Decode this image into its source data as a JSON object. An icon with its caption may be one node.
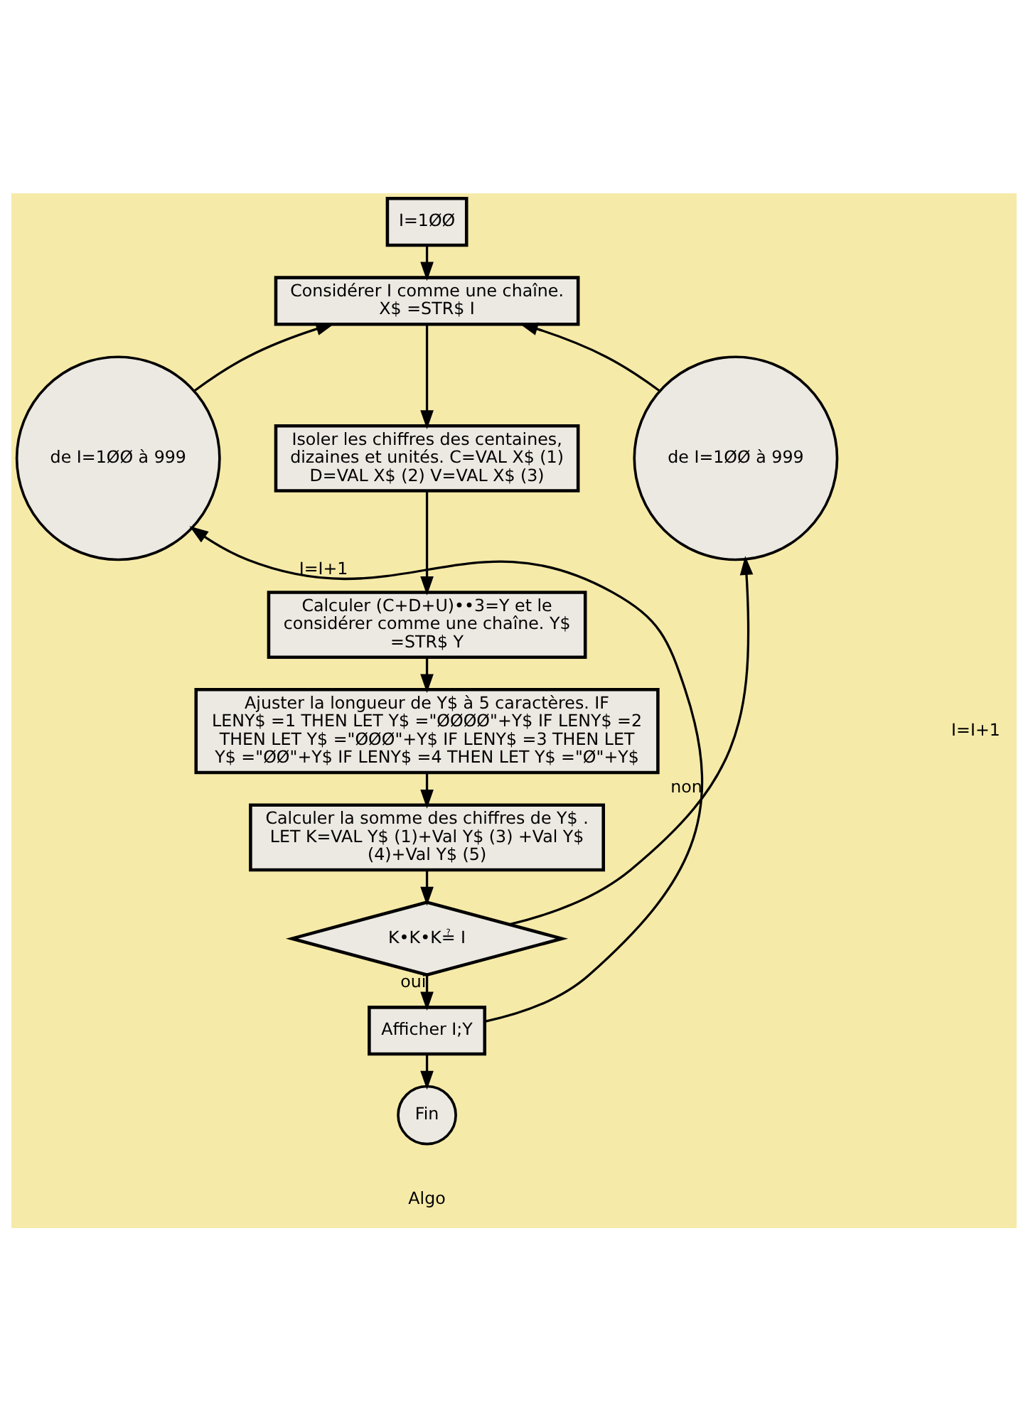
{
  "diagram": {
    "nodes": [
      {
        "text": [
          "I=1ØØ"
        ]
      },
      {
        "text": [
          "Considérer I comme une chaîne. X$ =STR$ I"
        ]
      },
      {
        "text": [
          "Isoler les chiffres des centaines, dizaines et unités. C=VAL X$ (1) D=VAL X$ (2) V=VAL X$ (3)"
        ]
      },
      {
        "text": [
          "Calculer (C+D+U)••3=Y et le considérer comme une chaîne. Y$ =STR$ Y"
        ]
      },
      {
        "text": [
          "Ajuster la longueur de Y$ à 5 caractères. IF LENY$ =1 THEN LET Y$ =\"ØØØØ\"+Y$ IF LENY$ =2 THEN LET Y$ =\"ØØØ\"+Y$ IF LENY$ =3 THEN LET Y$ =\"ØØ\"+Y$ IF LENY$ =4 THEN LET Y$ =\"Ø\"+Y$"
        ]
      },
      {
        "text": [
          "Calculer la somme des chiffres de Y$ . LET K=VAL Y$ (1)+Val Y$ (3) +Val Y$ (4)+Val Y$ (5)"
        ]
      },
      {
        "text": [
          "K•K•K≟ I"
        ]
      },
      {
        "text": [
          "Afficher I;Y"
        ]
      },
      {
        "text": [
          "Fin"
        ]
      },
      {
        "text": [
          "de I=1ØØ à 999"
        ]
      },
      {
        "text": [
          "de I=1ØØ à 999"
        ]
      }
    ],
    "edges": [
      {
        "from": 0,
        "to": 1,
        "arrow": "to"
      },
      {
        "from": 1,
        "to": 2,
        "arrow": "to"
      },
      {
        "from": 2,
        "to": 3,
        "arrow": "to"
      },
      {
        "from": 3,
        "to": 4,
        "arrow": "to"
      },
      {
        "from": 4,
        "to": 5,
        "arrow": "to"
      },
      {
        "from": 5,
        "to": 6,
        "arrow": "to"
      },
      {
        "from": 6,
        "to": 7,
        "arrow": "to",
        "label": "oui"
      },
      {
        "from": 7,
        "to": 8,
        "arrow": "to"
      },
      {
        "from": 7,
        "to": 9,
        "arrow": "to",
        "label": "I=I+1"
      },
      {
        "from": 9,
        "to": 1,
        "arrow": "to"
      },
      {
        "from": 6,
        "to": 10,
        "arrow": "to",
        "label": "non"
      },
      {
        "from": 10,
        "to": 1,
        "arrow": "to"
      }
    ],
    "labels": [
      "I=I+1",
      "Algo"
    ]
  }
}
